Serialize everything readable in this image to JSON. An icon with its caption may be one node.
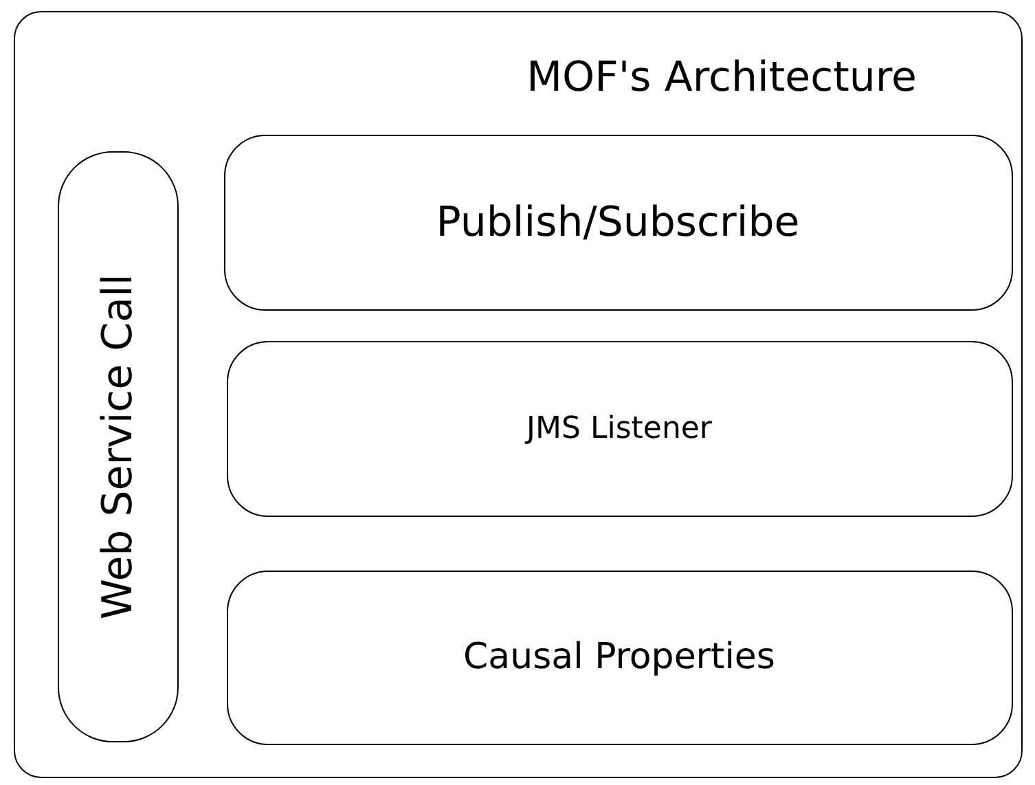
{
  "diagram": {
    "nodes": [
      {
        "text": [
          "MOF's Architecture"
        ]
      },
      {
        "text": [
          "Web Service Call"
        ],
        "in": 0
      },
      {
        "text": [
          "Publish/Subscribe"
        ],
        "in": 0
      },
      {
        "text": [
          "JMS Listener"
        ],
        "in": 0
      },
      {
        "text": [
          "Causal Properties"
        ],
        "in": 0
      }
    ]
  }
}
